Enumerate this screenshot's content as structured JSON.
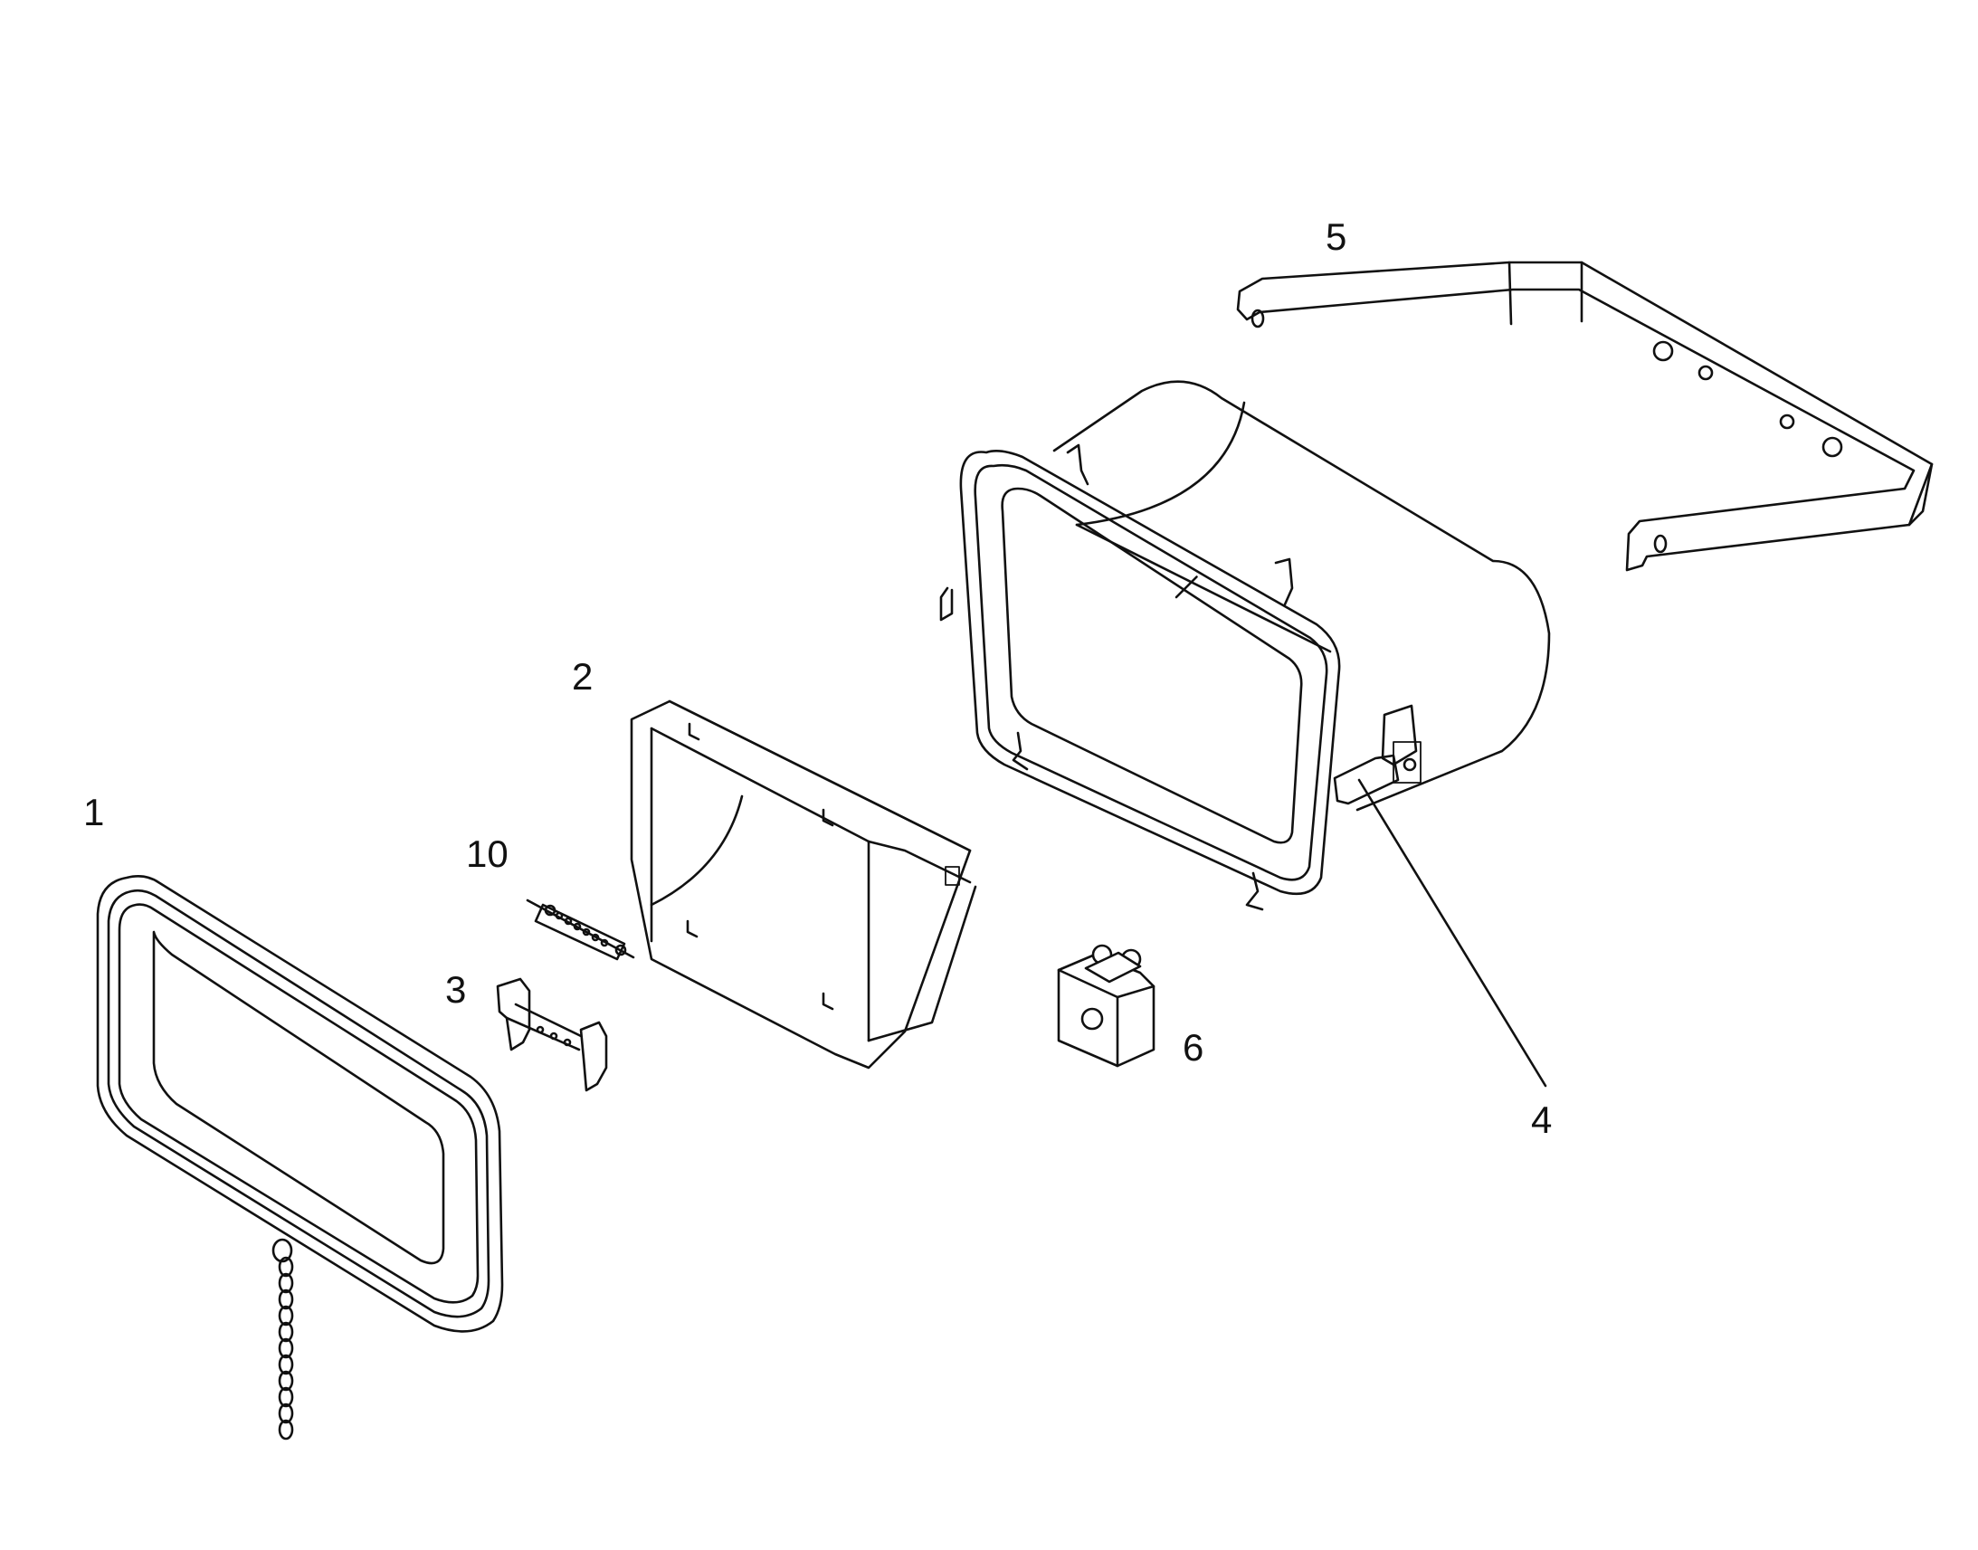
{
  "diagram": {
    "type": "exploded-parts-diagram",
    "line_color": "#111111",
    "background_color": "#ffffff",
    "callouts": [
      {
        "id": "1",
        "label": "1"
      },
      {
        "id": "2",
        "label": "2"
      },
      {
        "id": "3",
        "label": "3"
      },
      {
        "id": "4",
        "label": "4"
      },
      {
        "id": "5",
        "label": "5"
      },
      {
        "id": "6",
        "label": "6"
      },
      {
        "id": "10",
        "label": "10"
      }
    ]
  }
}
